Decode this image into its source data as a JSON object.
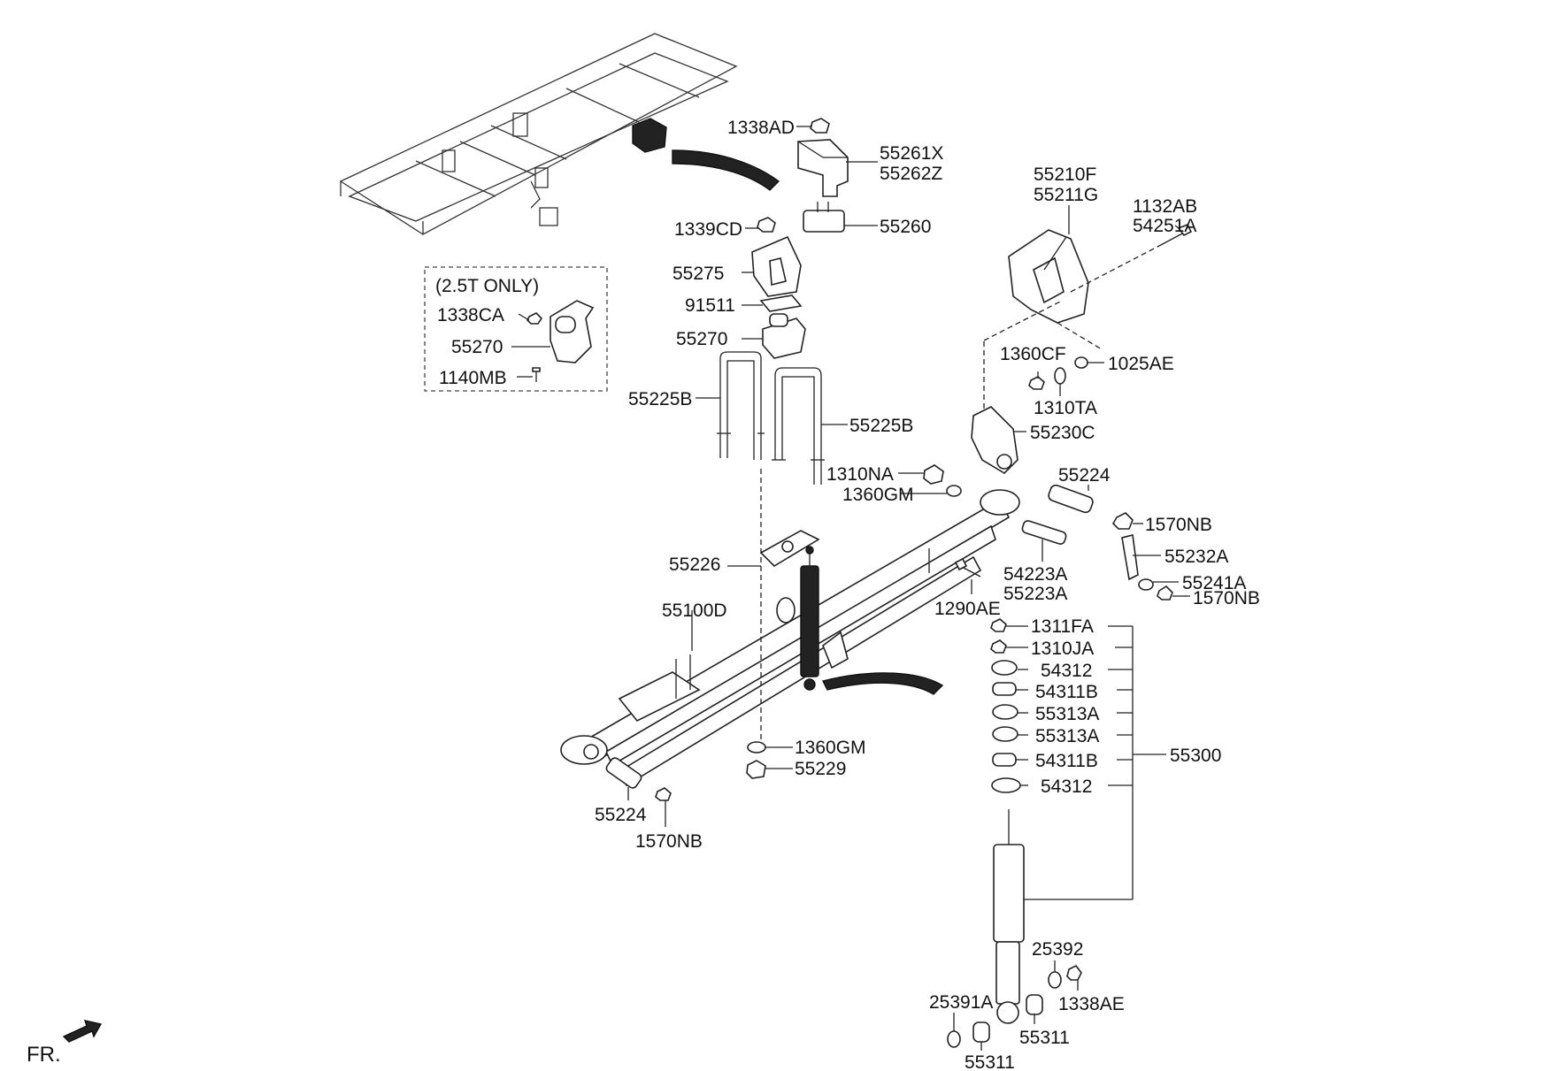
{
  "diagram": {
    "inset_title": "(2.5T ONLY)",
    "front_marker": "FR.",
    "labels": {
      "l1338AD": "1338AD",
      "l55261X": "55261X",
      "l55262Z": "55262Z",
      "l1339CD": "1339CD",
      "l55260": "55260",
      "l55275": "55275",
      "l91511": "91511",
      "l55270a": "55270",
      "l55225Ba": "55225B",
      "l55225Bb": "55225B",
      "l1338CA": "1338CA",
      "l55270b": "55270",
      "l1140MB": "1140MB",
      "l55210F": "55210F",
      "l55211G": "55211G",
      "l1132AB": "1132AB",
      "l54251A": "54251A",
      "l1360CF": "1360CF",
      "l1025AE": "1025AE",
      "l1310TA": "1310TA",
      "l55230C": "55230C",
      "l1310NA": "1310NA",
      "l1360GMa": "1360GM",
      "l55224a": "55224",
      "l1570NBa": "1570NB",
      "l55232A": "55232A",
      "l54223A": "54223A",
      "l55223A": "55223A",
      "l55241A": "55241A",
      "l1570NBb": "1570NB",
      "l55226": "55226",
      "l1290AE": "1290AE",
      "l55100D": "55100D",
      "l1311FA": "1311FA",
      "l1310JA": "1310JA",
      "l54312a": "54312",
      "l54311Ba": "54311B",
      "l55313Aa": "55313A",
      "l55313Ab": "55313A",
      "l54311Bb": "54311B",
      "l54312b": "54312",
      "l55300": "55300",
      "l1360GMb": "1360GM",
      "l55229": "55229",
      "l55224b": "55224",
      "l1570NBc": "1570NB",
      "l25392": "25392",
      "l1338AE": "1338AE",
      "l25391A": "25391A",
      "l55311a": "55311",
      "l55311b": "55311"
    }
  }
}
